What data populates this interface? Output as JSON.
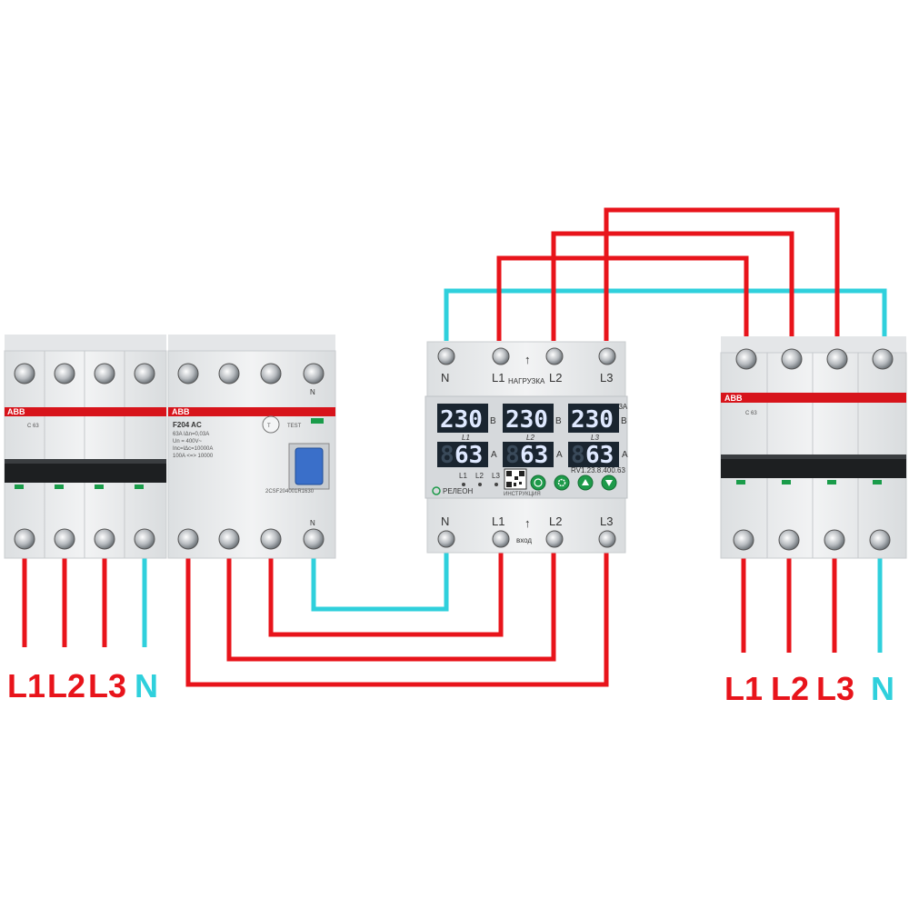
{
  "colors": {
    "phase_wire": "#e8141b",
    "neutral_wire": "#2fd0dc",
    "module_body": "#e9ebec",
    "brand_band": "#d7141b",
    "display_bg": "#1a2530"
  },
  "supply_labels": {
    "l1": "L1",
    "l2": "L2",
    "l3": "L3",
    "n": "N"
  },
  "output_labels": {
    "l1": "L1",
    "l2": "L2",
    "l3": "L3",
    "n": "N"
  },
  "left_breaker": {
    "brand": "ABB",
    "rating": "C 63"
  },
  "rcd": {
    "brand": "ABB",
    "model": "F204 AC",
    "rating_line1": "63A IΔn=0,03A",
    "rating_line2": "Un = 400V~",
    "rating_line3": "Inc=IΔc=10000A",
    "rating_line4": "100A <=> 10000",
    "code": "2CSF204001R1630",
    "test_label": "TEST",
    "n_top": "N",
    "n_bottom": "N"
  },
  "relay": {
    "top_terminals": {
      "n": "N",
      "l1": "L1",
      "load": "НАГРУЗКА",
      "l2": "L2",
      "l3": "L3"
    },
    "bottom_terminals": {
      "n": "N",
      "l1": "L1",
      "input": "вход",
      "l2": "L2",
      "l3": "L3"
    },
    "current_rating": "63A",
    "voltage": {
      "l1": "230",
      "l2": "230",
      "l3": "230",
      "unit": "В"
    },
    "current": {
      "l1": "63",
      "l2": "63",
      "l3": "63",
      "unit": "А"
    },
    "phase_tags": {
      "l1": "L1",
      "l2": "L2",
      "l3": "L3"
    },
    "led_labels": {
      "l1": "L1",
      "l2": "L2",
      "l3": "L3"
    },
    "model": "RV1.23.8.400.63",
    "brand": "РЕЛЕОН",
    "qr_caption": "ИНСТРУКЦИЯ"
  },
  "right_breaker": {
    "brand": "ABB",
    "rating": "C 63"
  }
}
